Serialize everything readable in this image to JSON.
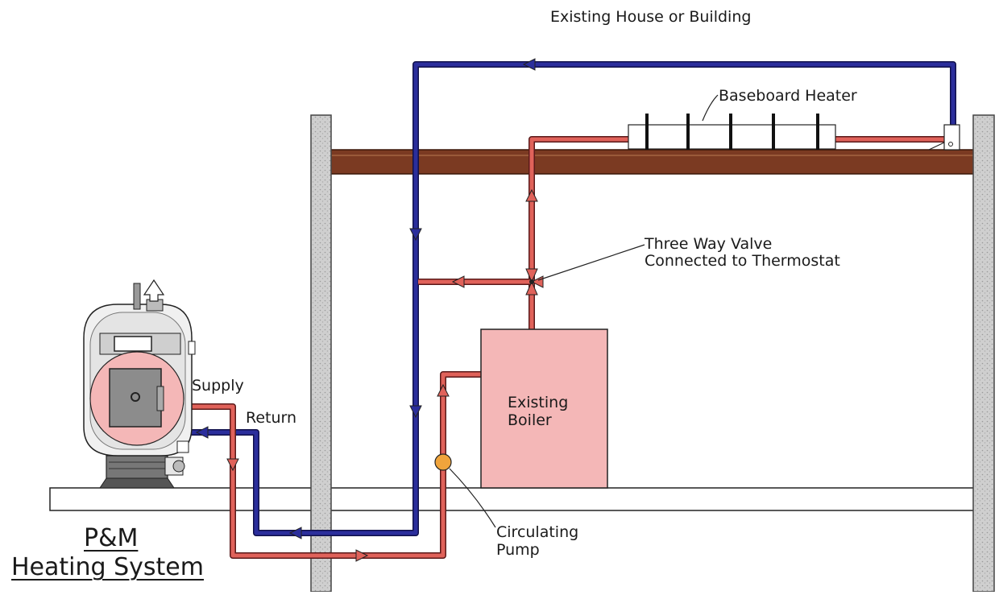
{
  "labels": {
    "building": "Existing House or Building",
    "baseboard": "Baseboard Heater",
    "valve_line1": "Three Way Valve",
    "valve_line2": "Connected to Thermostat",
    "supply": "Supply",
    "return": "Return",
    "boiler_line1": "Existing",
    "boiler_line2": "Boiler",
    "pump_line1": "Circulating",
    "pump_line2": "Pump",
    "title_line1": "P&M",
    "title_line2": "Heating System"
  },
  "colors": {
    "supply_pipe": "#d9534a",
    "return_pipe": "#2b2e9c",
    "pipe_outline": "#5a1a1a",
    "floor_beam": "#7b3a22",
    "wall": "#cfcfcf",
    "existing_boiler": "#f4b7b7",
    "pump": "#f0a43c",
    "furnace_body": "#e6e6e6",
    "firebox": "#f4b7b7"
  },
  "icons": {
    "flow_arrow": "triangle-arrow-icon",
    "chimney": "chimney-arrow-icon"
  }
}
